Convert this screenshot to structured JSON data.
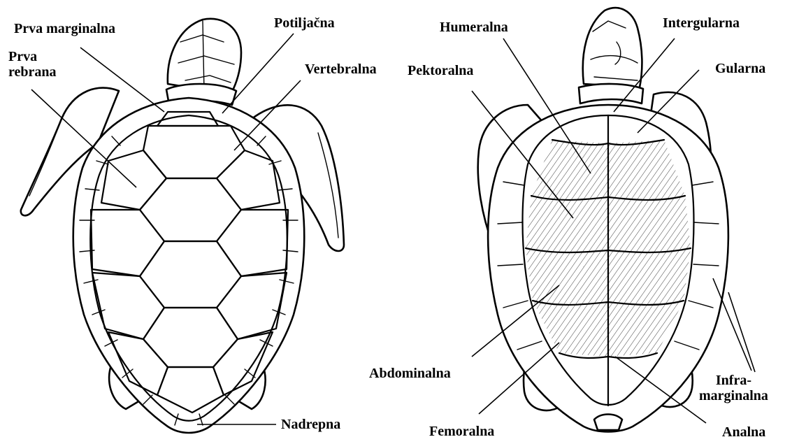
{
  "labels": {
    "prva_marginalna": "Prva marginalna",
    "prva_rebrana": "Prva\nrebrana",
    "potiljacna": "Potiljačna",
    "vertebralna": "Vertebralna",
    "nadrepna": "Nadrepna",
    "humeralna": "Humeralna",
    "intergularna": "Intergularna",
    "pektoralna": "Pektoralna",
    "gularna": "Gularna",
    "abdominalna": "Abdominalna",
    "femoralna": "Femoralna",
    "infra_marginalna": "Infra-\nmarginalna",
    "analna": "Analna"
  }
}
